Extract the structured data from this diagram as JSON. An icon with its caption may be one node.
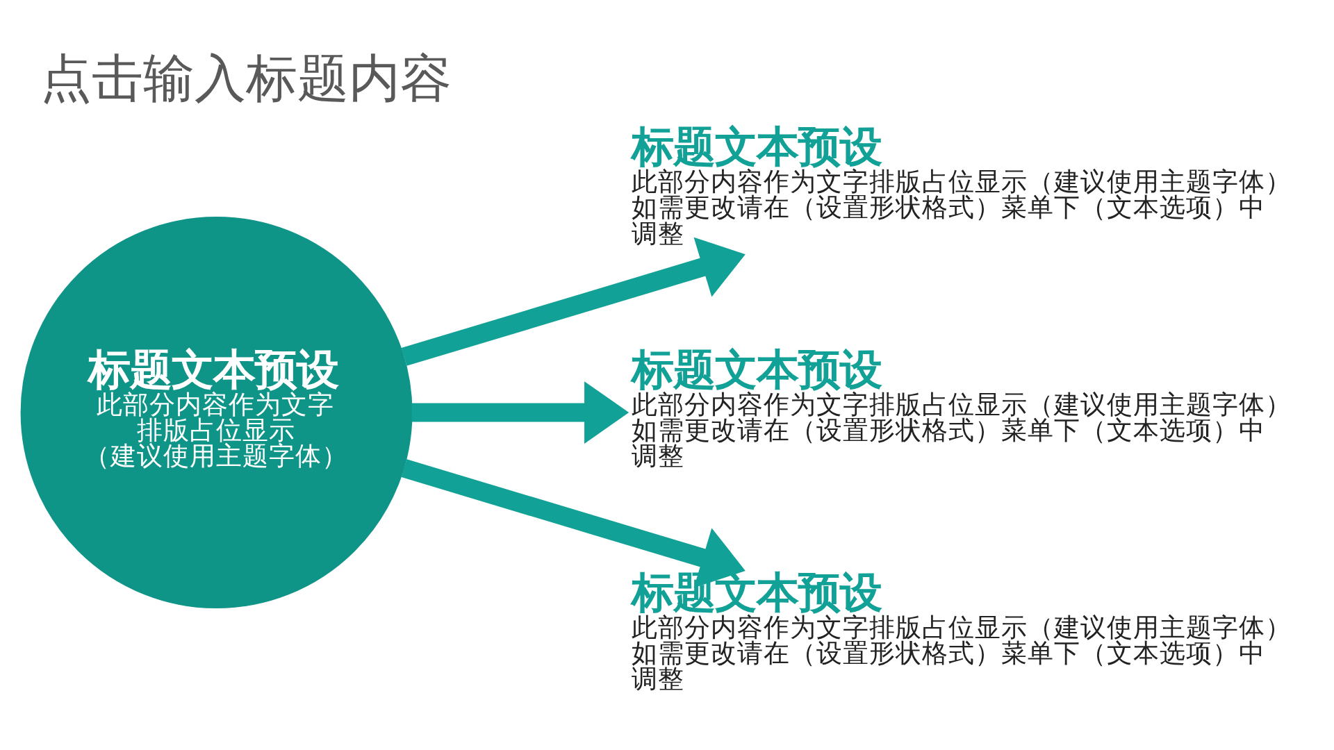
{
  "diagram": {
    "title": "点击输入标题内容",
    "nodes": [
      {
        "text": [
          "标题文本预设",
          "此部分内容作为文字排版占位显示（建议使用主题字体）"
        ]
      },
      {
        "text": [
          "标题文本预设",
          "此部分内容作为文字排版占位显示（建议使用主题字体）如需更改请在（设置形状格式）菜单下（文本选项）中调整"
        ]
      },
      {
        "text": [
          "标题文本预设",
          "此部分内容作为文字排版占位显示（建议使用主题字体）如需更改请在（设置形状格式）菜单下（文本选项）中调整"
        ]
      },
      {
        "text": [
          "标题文本预设",
          "此部分内容作为文字排版占位显示（建议使用主题字体）如需更改请在（设置形状格式）菜单下（文本选项）中调整"
        ]
      }
    ],
    "edges": [
      {
        "from": 0,
        "to": 1,
        "arrow": "to"
      },
      {
        "from": 0,
        "to": 2,
        "arrow": "to"
      },
      {
        "from": 0,
        "to": 3,
        "arrow": "to"
      }
    ]
  }
}
